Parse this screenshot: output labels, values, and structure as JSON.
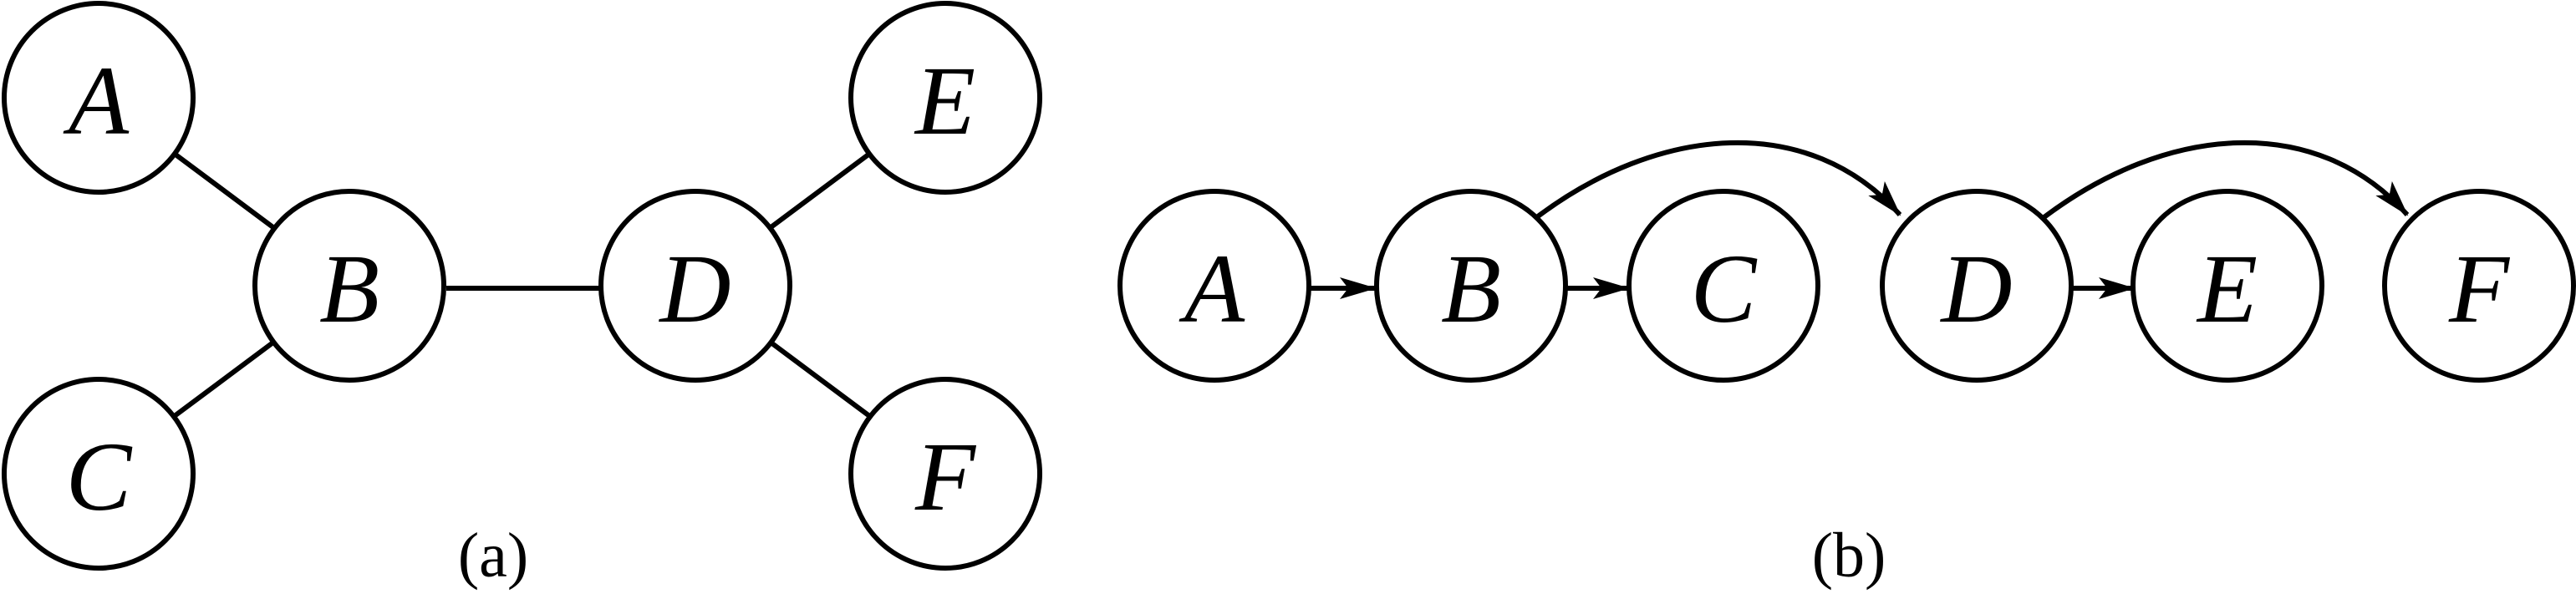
{
  "panel_a": {
    "caption": "(a)",
    "nodes": [
      {
        "id": "A",
        "label": "A"
      },
      {
        "id": "B",
        "label": "B"
      },
      {
        "id": "C",
        "label": "C"
      },
      {
        "id": "D",
        "label": "D"
      },
      {
        "id": "E",
        "label": "E"
      },
      {
        "id": "F",
        "label": "F"
      }
    ],
    "edges": [
      {
        "from": "A",
        "to": "B",
        "directed": false
      },
      {
        "from": "C",
        "to": "B",
        "directed": false
      },
      {
        "from": "B",
        "to": "D",
        "directed": false
      },
      {
        "from": "D",
        "to": "E",
        "directed": false
      },
      {
        "from": "D",
        "to": "F",
        "directed": false
      }
    ]
  },
  "panel_b": {
    "caption": "(b)",
    "nodes": [
      {
        "id": "A",
        "label": "A"
      },
      {
        "id": "B",
        "label": "B"
      },
      {
        "id": "C",
        "label": "C"
      },
      {
        "id": "D",
        "label": "D"
      },
      {
        "id": "E",
        "label": "E"
      },
      {
        "id": "F",
        "label": "F"
      }
    ],
    "edges": [
      {
        "from": "A",
        "to": "B",
        "directed": true,
        "curved": false
      },
      {
        "from": "B",
        "to": "C",
        "directed": true,
        "curved": false
      },
      {
        "from": "B",
        "to": "D",
        "directed": true,
        "curved": true
      },
      {
        "from": "D",
        "to": "E",
        "directed": true,
        "curved": false
      },
      {
        "from": "D",
        "to": "F",
        "directed": true,
        "curved": true
      }
    ]
  }
}
